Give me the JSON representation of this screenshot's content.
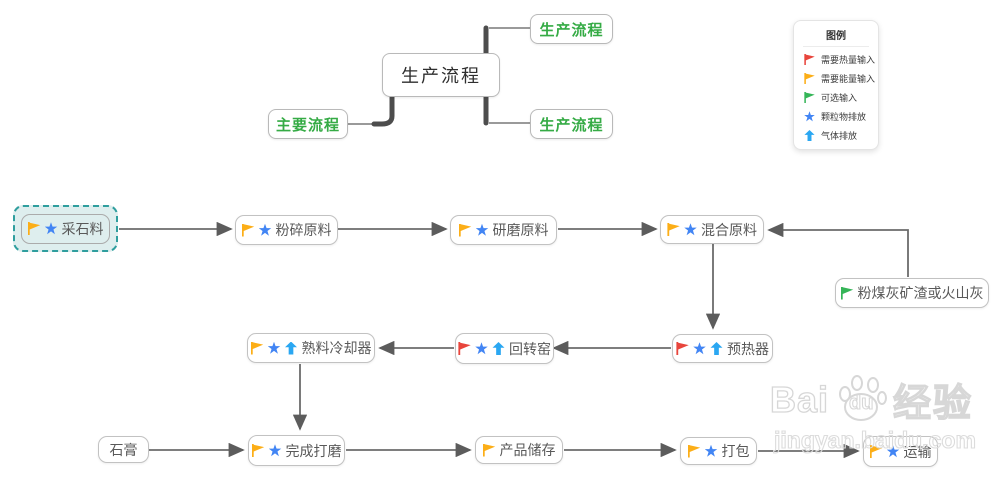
{
  "mindmap": {
    "root_label": "生产流程",
    "left_child_label": "主要流程",
    "right_children": [
      {
        "label": "生产流程"
      },
      {
        "label": "生产流程"
      }
    ],
    "child_text_color": "#35ab45"
  },
  "legend": {
    "title": "图例",
    "items": [
      {
        "icons": [
          "flag-red"
        ],
        "label": "需要热量输入"
      },
      {
        "icons": [
          "flag-orange"
        ],
        "label": "需要能量输入"
      },
      {
        "icons": [
          "flag-green"
        ],
        "label": "可选输入"
      },
      {
        "icons": [
          "star-blue"
        ],
        "label": "颗粒物排放"
      },
      {
        "icons": [
          "arrow-up-blue"
        ],
        "label": "气体排放"
      }
    ]
  },
  "flow": {
    "nodes": [
      {
        "id": "quarry",
        "label": "采石料",
        "icons": [
          "flag-orange",
          "star-blue"
        ],
        "selected": true
      },
      {
        "id": "crush",
        "label": "粉碎原料",
        "icons": [
          "flag-orange",
          "star-blue"
        ]
      },
      {
        "id": "grind",
        "label": "研磨原料",
        "icons": [
          "flag-orange",
          "star-blue"
        ]
      },
      {
        "id": "mix",
        "label": "混合原料",
        "icons": [
          "flag-orange",
          "star-blue"
        ]
      },
      {
        "id": "flyash",
        "label": "粉煤灰矿渣或火山灰",
        "icons": [
          "flag-green"
        ]
      },
      {
        "id": "preheater",
        "label": "预热器",
        "icons": [
          "flag-red",
          "star-blue",
          "arrow-up-blue"
        ]
      },
      {
        "id": "kiln",
        "label": "回转窑",
        "icons": [
          "flag-red",
          "star-blue",
          "arrow-up-blue"
        ]
      },
      {
        "id": "cooler",
        "label": "熟料冷却器",
        "icons": [
          "flag-orange",
          "star-blue",
          "arrow-up-blue"
        ]
      },
      {
        "id": "gypsum",
        "label": "石膏",
        "icons": []
      },
      {
        "id": "finish",
        "label": "完成打磨",
        "icons": [
          "flag-orange",
          "star-blue"
        ]
      },
      {
        "id": "storage",
        "label": "产品储存",
        "icons": [
          "flag-orange"
        ]
      },
      {
        "id": "pack",
        "label": "打包",
        "icons": [
          "flag-orange",
          "star-blue"
        ]
      },
      {
        "id": "transport",
        "label": "运输",
        "icons": [
          "flag-orange",
          "star-blue"
        ]
      }
    ],
    "edges": [
      {
        "from": "quarry",
        "to": "crush"
      },
      {
        "from": "crush",
        "to": "grind"
      },
      {
        "from": "grind",
        "to": "mix"
      },
      {
        "from": "flyash",
        "to": "mix"
      },
      {
        "from": "mix",
        "to": "preheater"
      },
      {
        "from": "preheater",
        "to": "kiln"
      },
      {
        "from": "kiln",
        "to": "cooler"
      },
      {
        "from": "cooler",
        "to": "finish"
      },
      {
        "from": "gypsum",
        "to": "finish"
      },
      {
        "from": "finish",
        "to": "storage"
      },
      {
        "from": "storage",
        "to": "pack"
      },
      {
        "from": "pack",
        "to": "transport"
      }
    ]
  },
  "icon_colors": {
    "flag-red": "#e8453c",
    "flag-orange": "#fcae17",
    "flag-green": "#35b558",
    "star-blue": "#4285f4",
    "arrow-up-blue": "#2aa7f2"
  },
  "selection_color": "#2f9e9e",
  "watermark": {
    "brand": "Bai",
    "paw_text": "du",
    "brand_cn": "经验",
    "url": "jingyan.baidu.com"
  }
}
